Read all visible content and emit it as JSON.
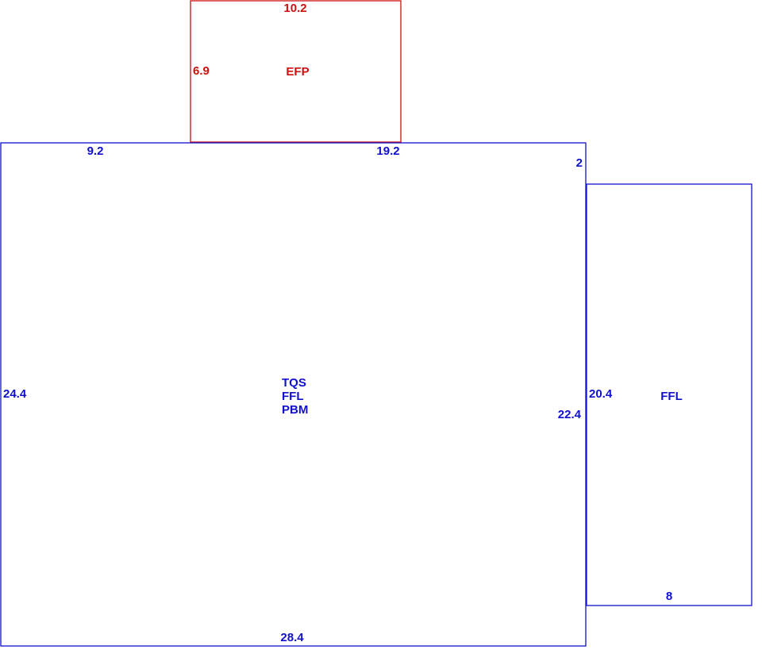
{
  "colors": {
    "main": "#1010cc",
    "extension": "#cc1010",
    "background": "#ffffff"
  },
  "rooms": {
    "efp": {
      "name": "EFP",
      "dims": {
        "top": "10.2",
        "left": "6.9"
      }
    },
    "main": {
      "codes": [
        "TQS",
        "FFL",
        "PBM"
      ],
      "dims": {
        "top_left": "9.2",
        "top_right": "19.2",
        "left": "24.4",
        "right_step": "2",
        "right": "22.4",
        "bottom": "28.4"
      }
    },
    "side": {
      "name": "FFL",
      "dims": {
        "left": "20.4",
        "bottom": "8"
      }
    }
  }
}
